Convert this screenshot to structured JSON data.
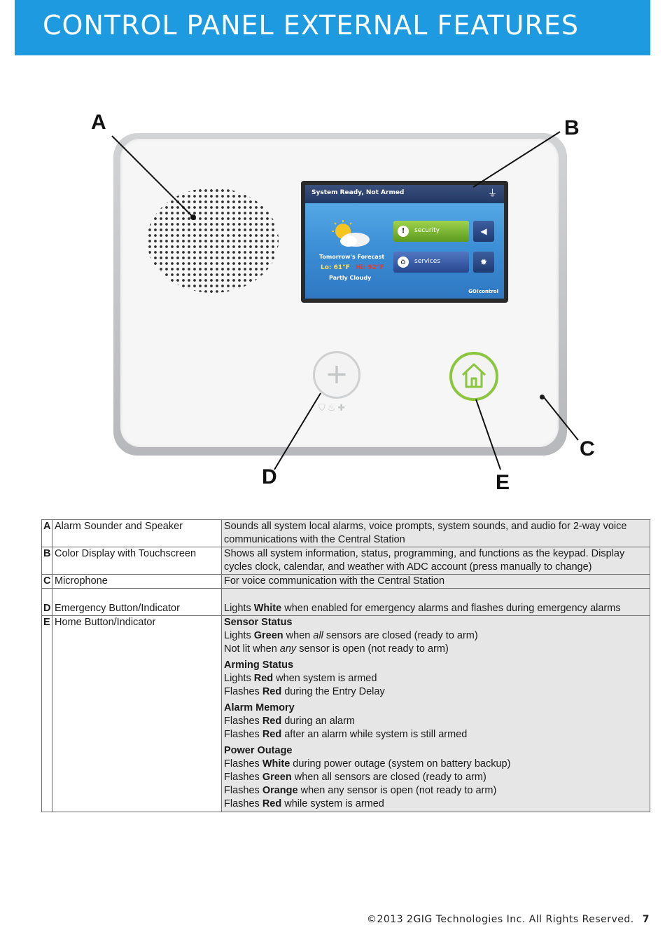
{
  "header": {
    "title": "CONTROL PANEL EXTERNAL FEATURES"
  },
  "figure": {
    "callouts": [
      "A",
      "B",
      "C",
      "D",
      "E"
    ],
    "screen": {
      "status": "System Ready, Not Armed",
      "forecast_label": "Tomorrow's Forecast",
      "lo": "Lo: 61°F",
      "hi": "Hi: 92°F",
      "condition": "Partly Cloudy",
      "security_label": "security",
      "services_label": "services",
      "brand": "GO!control"
    },
    "icons": [
      "speaker-grille",
      "plug-icon",
      "weather-icon",
      "security-icon",
      "services-icon",
      "volume-icon",
      "brightness-icon",
      "emergency-plus-icon",
      "home-icon"
    ]
  },
  "table": {
    "rows": [
      {
        "letter": "A",
        "feature": "Alarm Sounder and Speaker",
        "desc": "Sounds all system local alarms, voice prompts, system sounds, and audio for 2-way voice communications with the Central Station"
      },
      {
        "letter": "B",
        "feature": "Color Display with Touchscreen",
        "desc": "Shows all system information, status, programming, and functions as the keypad. Display cycles clock, calendar, and weather with ADC account (press manually to change)"
      },
      {
        "letter": "C",
        "feature": "Microphone",
        "desc": "For voice communication with the Central Station"
      },
      {
        "letter": "D",
        "feature": "Emergency Button/Indicator",
        "desc_pre": "Lights ",
        "desc_bold": "White",
        "desc_post": " when enabled for emergency alarms and flashes during emergency alarms"
      },
      {
        "letter": "E",
        "feature": "Home Button/Indicator",
        "groups": [
          {
            "title": "Sensor Status",
            "lines": [
              {
                "pre": "Lights ",
                "bold": "Green",
                "mid": " when ",
                "ital": "all",
                "post": " sensors are closed (ready to arm)"
              },
              {
                "pre": "Not lit when ",
                "bold": "",
                "mid": "",
                "ital": "any",
                "post": " sensor is open (not ready to arm)"
              }
            ]
          },
          {
            "title": "Arming Status",
            "lines": [
              {
                "pre": "Lights ",
                "bold": "Red",
                "post": " when system is armed"
              },
              {
                "pre": "Flashes ",
                "bold": "Red",
                "post": " during the Entry Delay"
              }
            ]
          },
          {
            "title": "Alarm Memory",
            "lines": [
              {
                "pre": "Flashes ",
                "bold": "Red",
                "post": " during an alarm"
              },
              {
                "pre": "Flashes ",
                "bold": "Red",
                "post": " after an alarm while system is still armed"
              }
            ]
          },
          {
            "title": "Power Outage",
            "lines": [
              {
                "pre": "Flashes ",
                "bold": "White",
                "post": " during power outage (system on battery backup)"
              },
              {
                "pre": "Flashes ",
                "bold": "Green",
                "post": " when all sensors are closed (ready to arm)"
              },
              {
                "pre": "Flashes ",
                "bold": "Orange",
                "post": " when any sensor is open (not ready to arm)"
              },
              {
                "pre": "Flashes ",
                "bold": "Red",
                "post": " while system is armed"
              }
            ]
          }
        ]
      }
    ]
  },
  "footer": {
    "copyright": "©2013 2GIG Technologies Inc. All Rights Reserved.",
    "page": "7"
  }
}
